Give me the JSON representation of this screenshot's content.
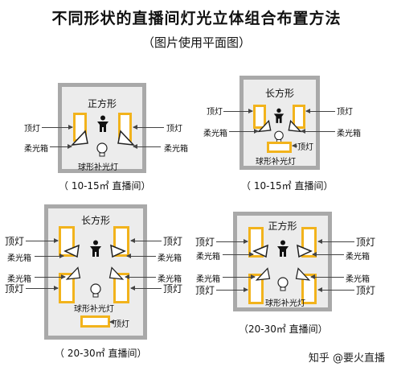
{
  "title": "不同形状的直播间灯光立体组合布置方法",
  "subtitle": "（图片使用平面图）",
  "labels": {
    "top_light": "顶灯",
    "softbox": "柔光箱",
    "ball_fill": "球形补光灯",
    "square": "正方形",
    "rect": "长方形"
  },
  "captions": {
    "small": "（ 10-15㎡ 直播间）",
    "small2": "（ 10-15㎡ 直播间）",
    "large1": "（ 20-30㎡ 直播间）",
    "large2": "（20-30㎡ 直播间）"
  },
  "watermark": "知乎 @要火直播",
  "colors": {
    "lamp_border": "#f2b31c",
    "room_fill": "#ececec",
    "room_border": "#a9a9a9"
  },
  "icons": [
    "person-icon",
    "bulb-icon",
    "softbox-icon"
  ]
}
